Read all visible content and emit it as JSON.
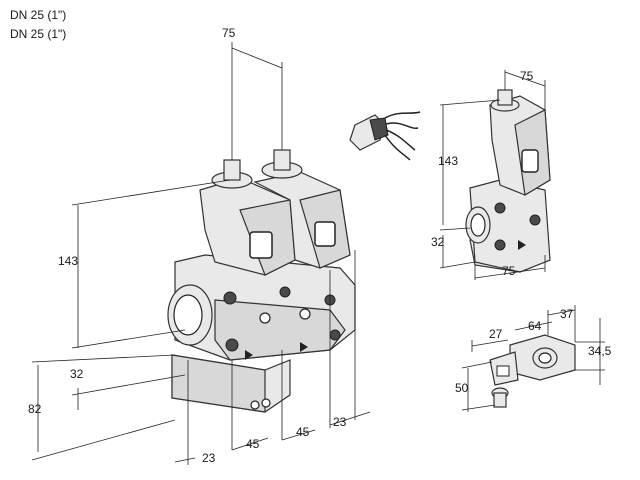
{
  "header": {
    "line1": "DN 25 (1\")",
    "line2": "DN 25 (1\")"
  },
  "dimensions": {
    "main_width_top": "75",
    "main_height": "143",
    "main_inlet_height": "32",
    "main_total_height": "82",
    "main_offset_left": "23",
    "main_pitch_1": "45",
    "main_pitch_2": "45",
    "main_offset_right": "23",
    "side_width_top": "75",
    "side_height": "143",
    "side_inlet_height": "32",
    "side_width_bottom": "75",
    "conn_len_27": "27",
    "conn_len_64": "64",
    "conn_len_37": "37",
    "conn_height_34_5": "34,5",
    "conn_height_50": "50"
  }
}
